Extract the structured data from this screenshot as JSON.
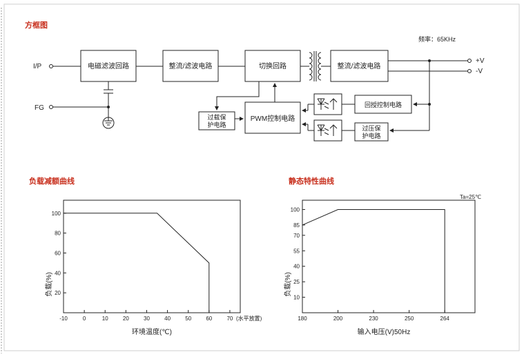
{
  "block_diagram": {
    "title": "方框图",
    "frequency": "频率：65KHz",
    "input_label": "I/P",
    "fg_label": "FG",
    "out_pos": "+V",
    "out_neg": "-V",
    "blocks": {
      "emi_filter": "电磁滤波回路",
      "rect_filter_1": "整流/滤波电路",
      "switching": "切换回路",
      "rect_filter_2": "整流/滤波电路",
      "feedback": "回授控制电路",
      "pwm": "PWM控制电路",
      "ocp_line1": "过载保",
      "ocp_line2": "护电路",
      "ovp_line1": "过压保",
      "ovp_line2": "护电路"
    }
  },
  "chart_data": [
    {
      "type": "line",
      "title": "负载减额曲线",
      "xlabel": "环境温度(℃)",
      "ylabel": "负载(%)",
      "x_ticks": [
        "-10",
        "0",
        "10",
        "20",
        "30",
        "40",
        "50",
        "60",
        "70"
      ],
      "x_tick_values": [
        -10,
        0,
        10,
        20,
        30,
        40,
        50,
        60,
        70
      ],
      "x_axis_suffix": "(水平放置)",
      "y_ticks": [
        "20",
        "40",
        "60",
        "80",
        "100"
      ],
      "y_tick_values": [
        20,
        40,
        60,
        80,
        100
      ],
      "xlim": [
        -10,
        75
      ],
      "ylim": [
        0,
        113
      ],
      "series": [
        {
          "x": [
            -10,
            35,
            60,
            60
          ],
          "y": [
            100,
            100,
            50,
            0
          ]
        }
      ]
    },
    {
      "type": "line",
      "title": "静态特性曲线",
      "annotation": "Ta=25℃",
      "xlabel": "输入电压(V)50Hz",
      "ylabel": "负载(%)",
      "x_ticks": [
        "180",
        "200",
        "230",
        "250",
        "264"
      ],
      "x_tick_values": [
        180,
        200,
        220,
        240,
        260
      ],
      "x_axis_bottom_label": "264",
      "y_ticks": [
        "10",
        "25",
        "40",
        "55",
        "70",
        "85",
        "100"
      ],
      "y_tick_values": [
        15,
        30,
        45,
        60,
        75,
        85,
        100
      ],
      "xlim": [
        180,
        277
      ],
      "ylim": [
        0,
        109
      ],
      "series": [
        {
          "x": [
            180,
            200,
            260,
            260
          ],
          "y": [
            85,
            100,
            100,
            0
          ]
        }
      ]
    }
  ]
}
